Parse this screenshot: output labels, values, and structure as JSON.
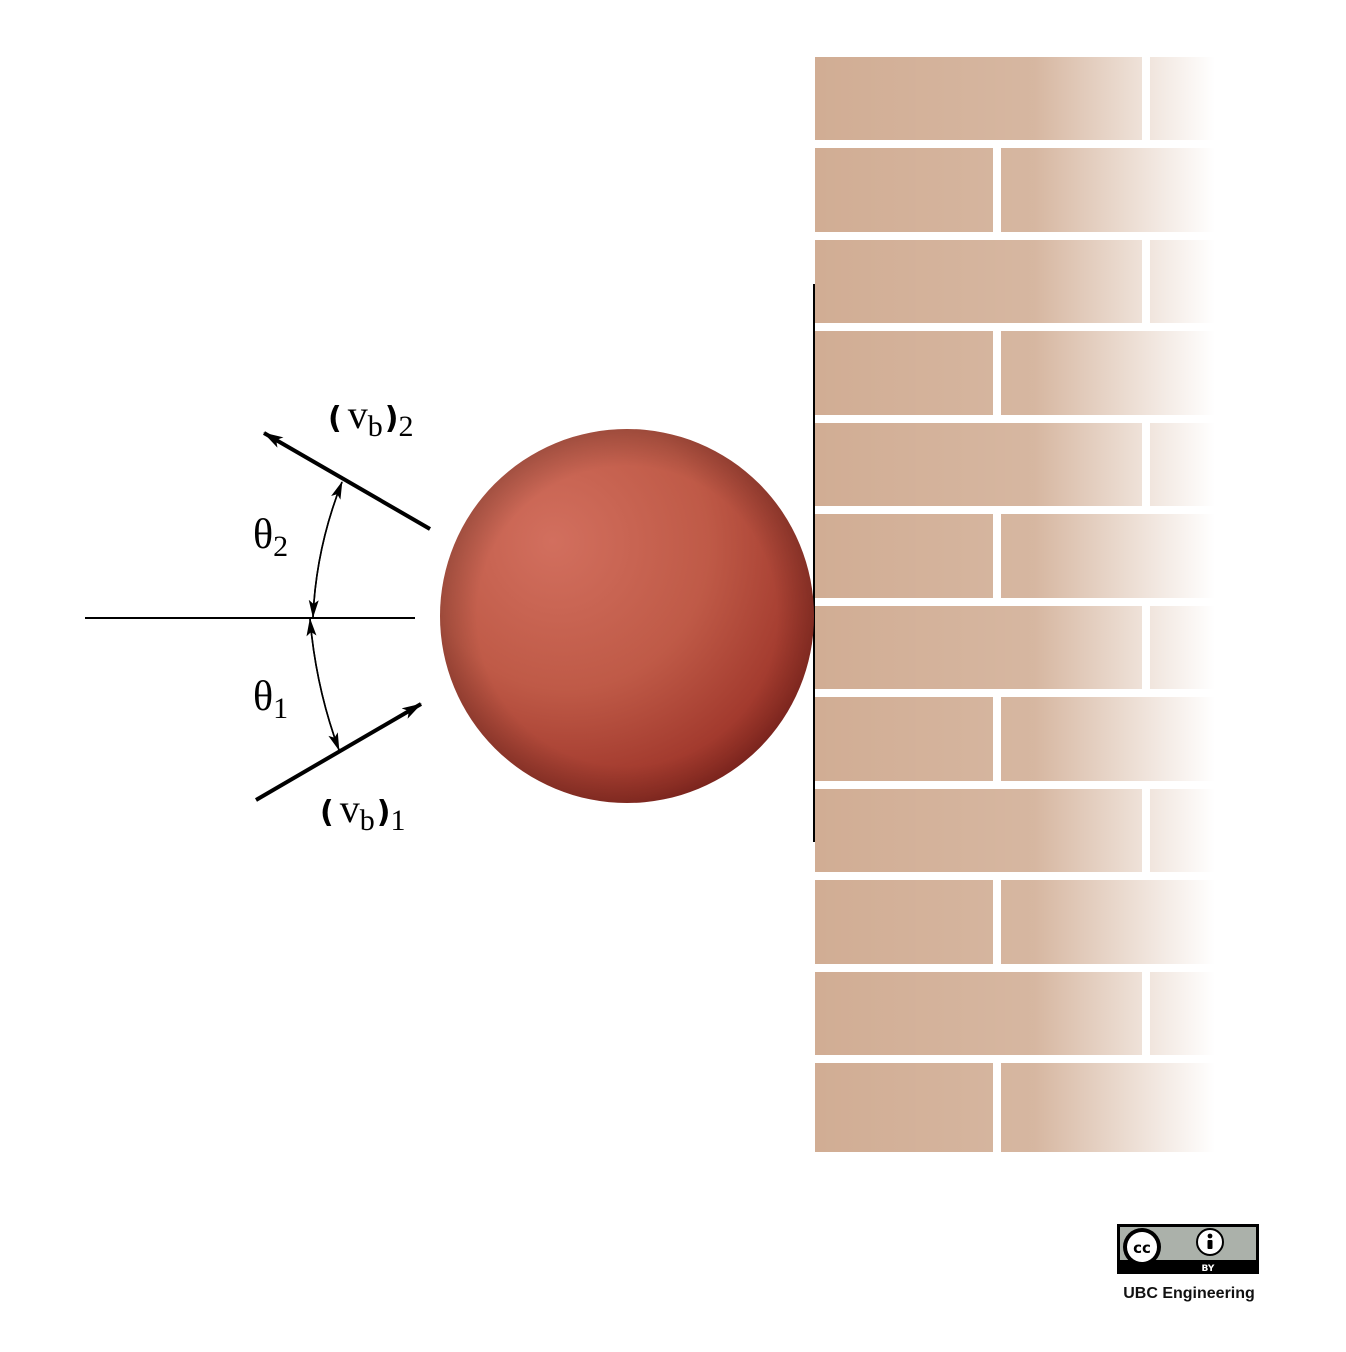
{
  "labels": {
    "v_out": {
      "open": "(",
      "main": "v",
      "sub": "b",
      "close": ")",
      "index": "2"
    },
    "v_in": {
      "open": "(",
      "main": "v",
      "sub": "b",
      "close": ")",
      "index": "1"
    },
    "theta_out": {
      "main": "θ",
      "index": "2"
    },
    "theta_in": {
      "main": "θ",
      "index": "1"
    }
  },
  "license": {
    "badge_left": "cc",
    "badge_right": "BY",
    "credit": "UBC Engineering"
  },
  "colors": {
    "brick": "#d1ad94",
    "mortar": "#ffffff",
    "ball_highlight": "#d26f5e",
    "ball_mid": "#b4543e",
    "ball_shadow": "#7e1316",
    "ink": "#000000",
    "badge_gray": "#abb1aa"
  }
}
